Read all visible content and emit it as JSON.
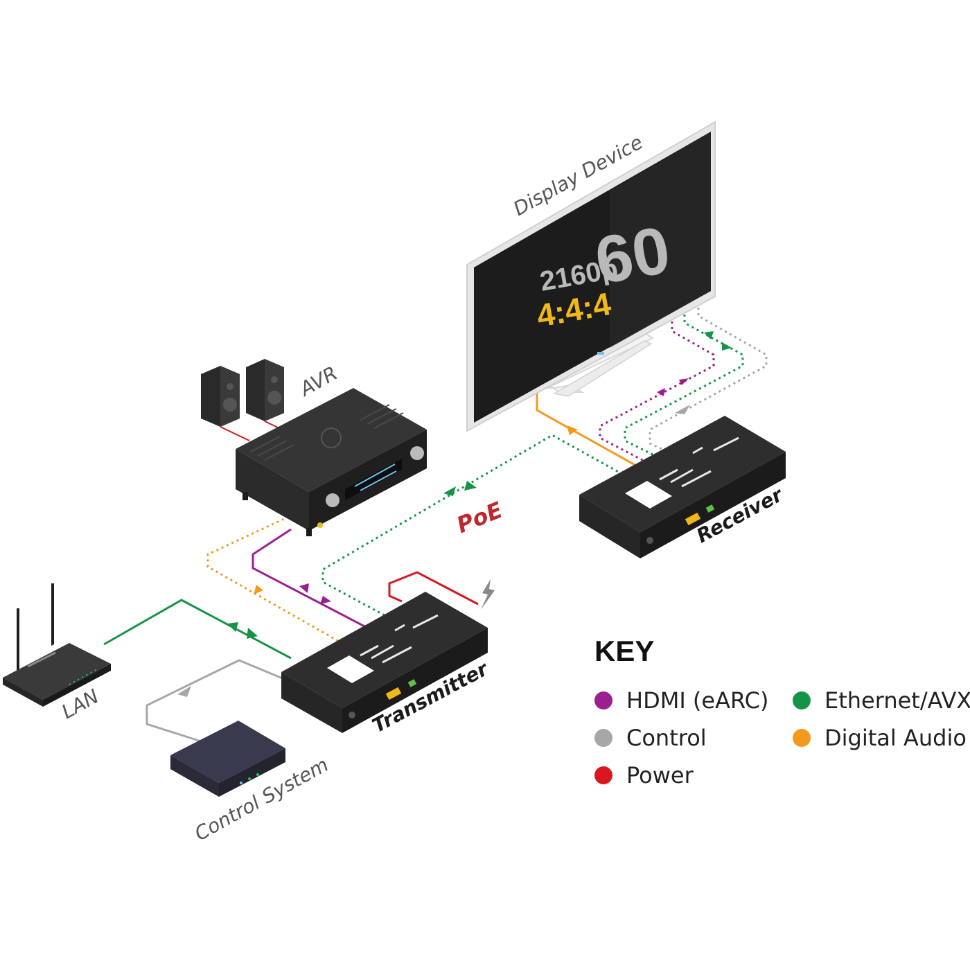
{
  "labels": {
    "display_device": "Display Device",
    "avr": "AVR",
    "lan": "LAN",
    "control_system": "Control System",
    "transmitter": "Transmitter",
    "receiver": "Receiver",
    "poe": "PoE"
  },
  "screen": {
    "resolution": "2160p",
    "refresh": "60",
    "chroma": "4:4:4"
  },
  "key": {
    "title": "KEY",
    "items": [
      {
        "label": "HDMI (eARC)",
        "color": "#9b1f8e"
      },
      {
        "label": "Ethernet/AVX",
        "color": "#159447"
      },
      {
        "label": "Control",
        "color": "#a7a7a7"
      },
      {
        "label": "Digital Audio",
        "color": "#f39a1e"
      },
      {
        "label": "Power",
        "color": "#d8171f"
      }
    ]
  },
  "colors": {
    "hdmi": "#9b1f8e",
    "ethernet": "#159447",
    "control": "#a7a7a7",
    "audio": "#f39a1e",
    "power": "#d8171f",
    "device": "#2b2b2b",
    "chroma_text": "#f2b81b"
  }
}
